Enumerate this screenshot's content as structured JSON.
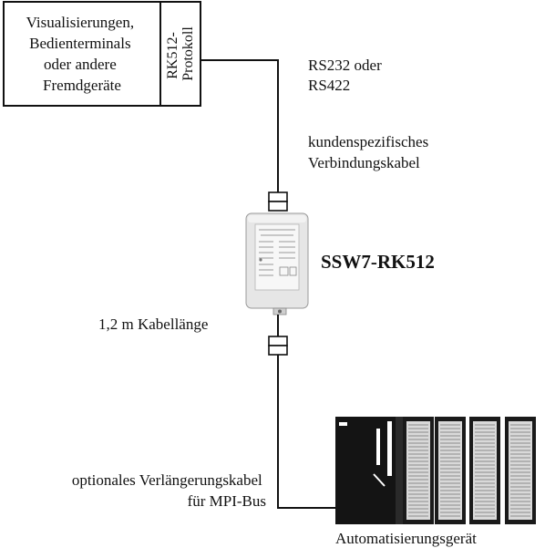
{
  "source_box": {
    "device_lines": [
      "Visualisierungen,",
      "Bedienterminals",
      "oder andere",
      "Fremdgeräte"
    ],
    "protocol_lines": [
      "RK512-",
      "Protokoll"
    ]
  },
  "labels": {
    "interface_lines": [
      "RS232 oder",
      "RS422"
    ],
    "cable_lines": [
      "kundenspezifisches",
      "Verbindungskabel"
    ],
    "adapter_name": "SSW7-RK512",
    "short_cable": "1,2 m Kabellänge",
    "extension_lines": [
      "optionales Verlängerungskabel",
      "für MPI-Bus"
    ],
    "plc_name": "Automatisierungsgerät"
  },
  "colors": {
    "line": "#111111",
    "adapter_body": "#e6e6e6",
    "adapter_label": "#f7f7f7",
    "cpu_body": "#141414",
    "module_face": "#d9d9d9"
  }
}
